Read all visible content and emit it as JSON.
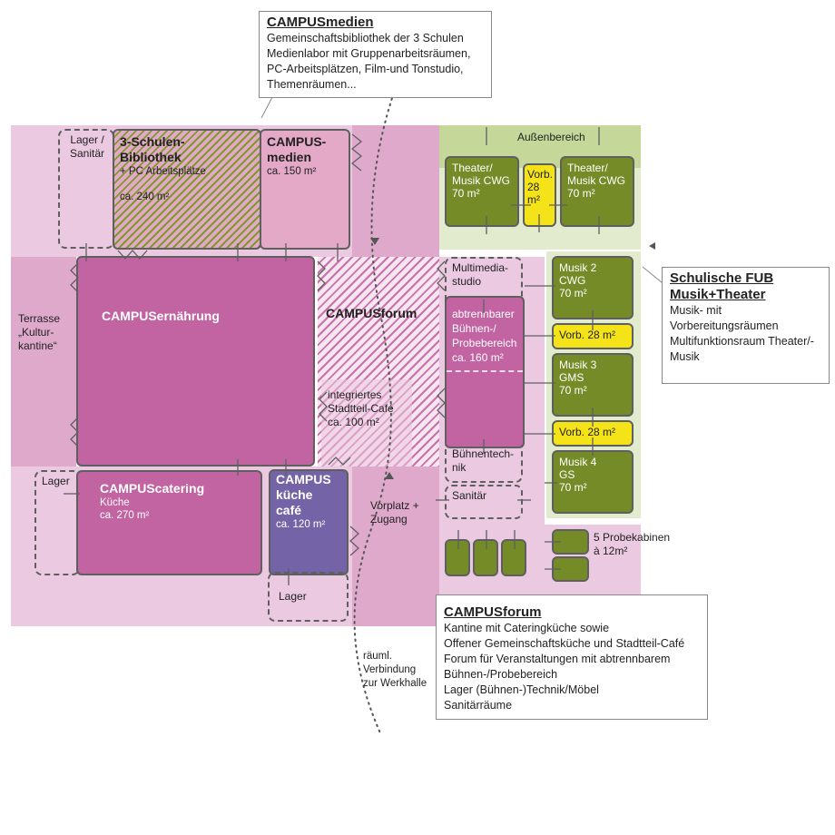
{
  "callouts": {
    "medien": {
      "title": "CAMPUSmedien",
      "lines": [
        "Gemeinschaftsbibliothek der 3 Schulen",
        "Medienlabor mit Gruppenarbeitsräumen,",
        "PC-Arbeitsplätzen, Film-und Tonstudio,",
        "Themenräumen..."
      ]
    },
    "fub": {
      "title_1": "Schulische FUB",
      "title_2": "Musik+Theater",
      "lines": [
        "Musik- mit",
        "Vorbereitungsräumen",
        "Multifunktionsraum Theater/-",
        "Musik"
      ]
    },
    "forum": {
      "title": "CAMPUSforum",
      "lines": [
        "Kantine mit Cateringküche sowie",
        "Offener Gemeinschaftsküche und Stadtteil-Café",
        "Forum für Veranstaltungen mit abtrennbarem",
        "Bühnen-/Probebereich",
        "Lager (Bühnen-)Technik/Möbel",
        "Sanitärräume"
      ]
    }
  },
  "rooms": {
    "lager_sanitaer": "Lager / Sanitär",
    "bibliothek": {
      "title_1": "3-Schulen-",
      "title_2": "Bibliothek",
      "sub": "+ PC Arbeitsplätze",
      "area": "ca. 240 m²"
    },
    "medien": {
      "title_1": "CAMPUS-",
      "title_2": "medien",
      "area": "ca. 150 m²"
    },
    "terrasse": [
      "Terrasse",
      "„Kultur-",
      "kantine“"
    ],
    "ernaehrung": "CAMPUSernährung",
    "forum": "CAMPUSforum",
    "cafe": [
      "integriertes",
      "Stadtteil-Café",
      "ca. 100 m²"
    ],
    "lager_left": "Lager",
    "catering": {
      "title": "CAMPUScatering",
      "sub": "Küche",
      "area": "ca. 270 m²"
    },
    "kueche_cafe": {
      "title": [
        "CAMPUS",
        "küche",
        "café"
      ],
      "area": "ca. 120 m²"
    },
    "lager_bottom": "Lager",
    "vorplatz": [
      "Vorplatz +",
      "Zugang"
    ],
    "verbindung": [
      "räuml.",
      "Verbindung",
      "zur Werkhalle"
    ],
    "aussenbereich": "Außenbereich",
    "theater_1": [
      "Theater/",
      "Musik CWG",
      "70 m²"
    ],
    "vorb_top": [
      "Vorb.",
      "28 m²"
    ],
    "theater_2": [
      "Theater/",
      "Musik CWG",
      "70 m²"
    ],
    "multimedia": [
      "Multimedia-",
      "studio"
    ],
    "buehne": [
      "abtrennbarer",
      "Bühnen-/",
      "Probebereich",
      "ca. 160 m²"
    ],
    "buehnentechnik": [
      "Bühnentech-",
      "nik"
    ],
    "sanitaer": "Sanitär",
    "musik_2": [
      "Musik 2",
      "CWG",
      "70 m²"
    ],
    "vorb_1": "Vorb. 28 m²",
    "musik_3": [
      "Musik 3",
      "GMS",
      "70 m²"
    ],
    "vorb_2": "Vorb. 28 m²",
    "musik_4": [
      "Musik 4",
      "GS",
      "70 m²"
    ],
    "probekabinen": [
      "5 Probekabinen",
      "à 12m²"
    ]
  },
  "colors": {
    "zone_light_pink": "#ebc9e0",
    "zone_mid_pink": "#dfa9cc",
    "magenta": "#c263a2",
    "purple": "#7463a6",
    "green": "#758b27",
    "yellow": "#f5e31a",
    "outdoor_green": "#c5d89a",
    "outdoor_light": "#e2ebcd"
  }
}
